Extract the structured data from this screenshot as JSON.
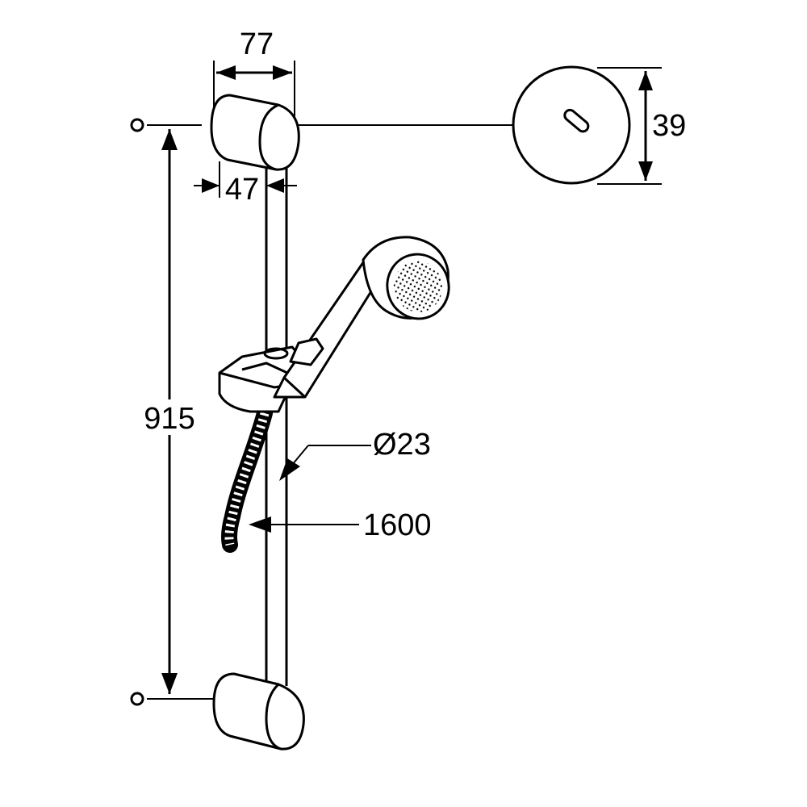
{
  "dimensions": {
    "bracket_depth": "77",
    "rail_offset": "47",
    "wall_disc_height": "39",
    "rail_length": "915",
    "rail_diameter": "Ø23",
    "hose_length": "1600"
  }
}
